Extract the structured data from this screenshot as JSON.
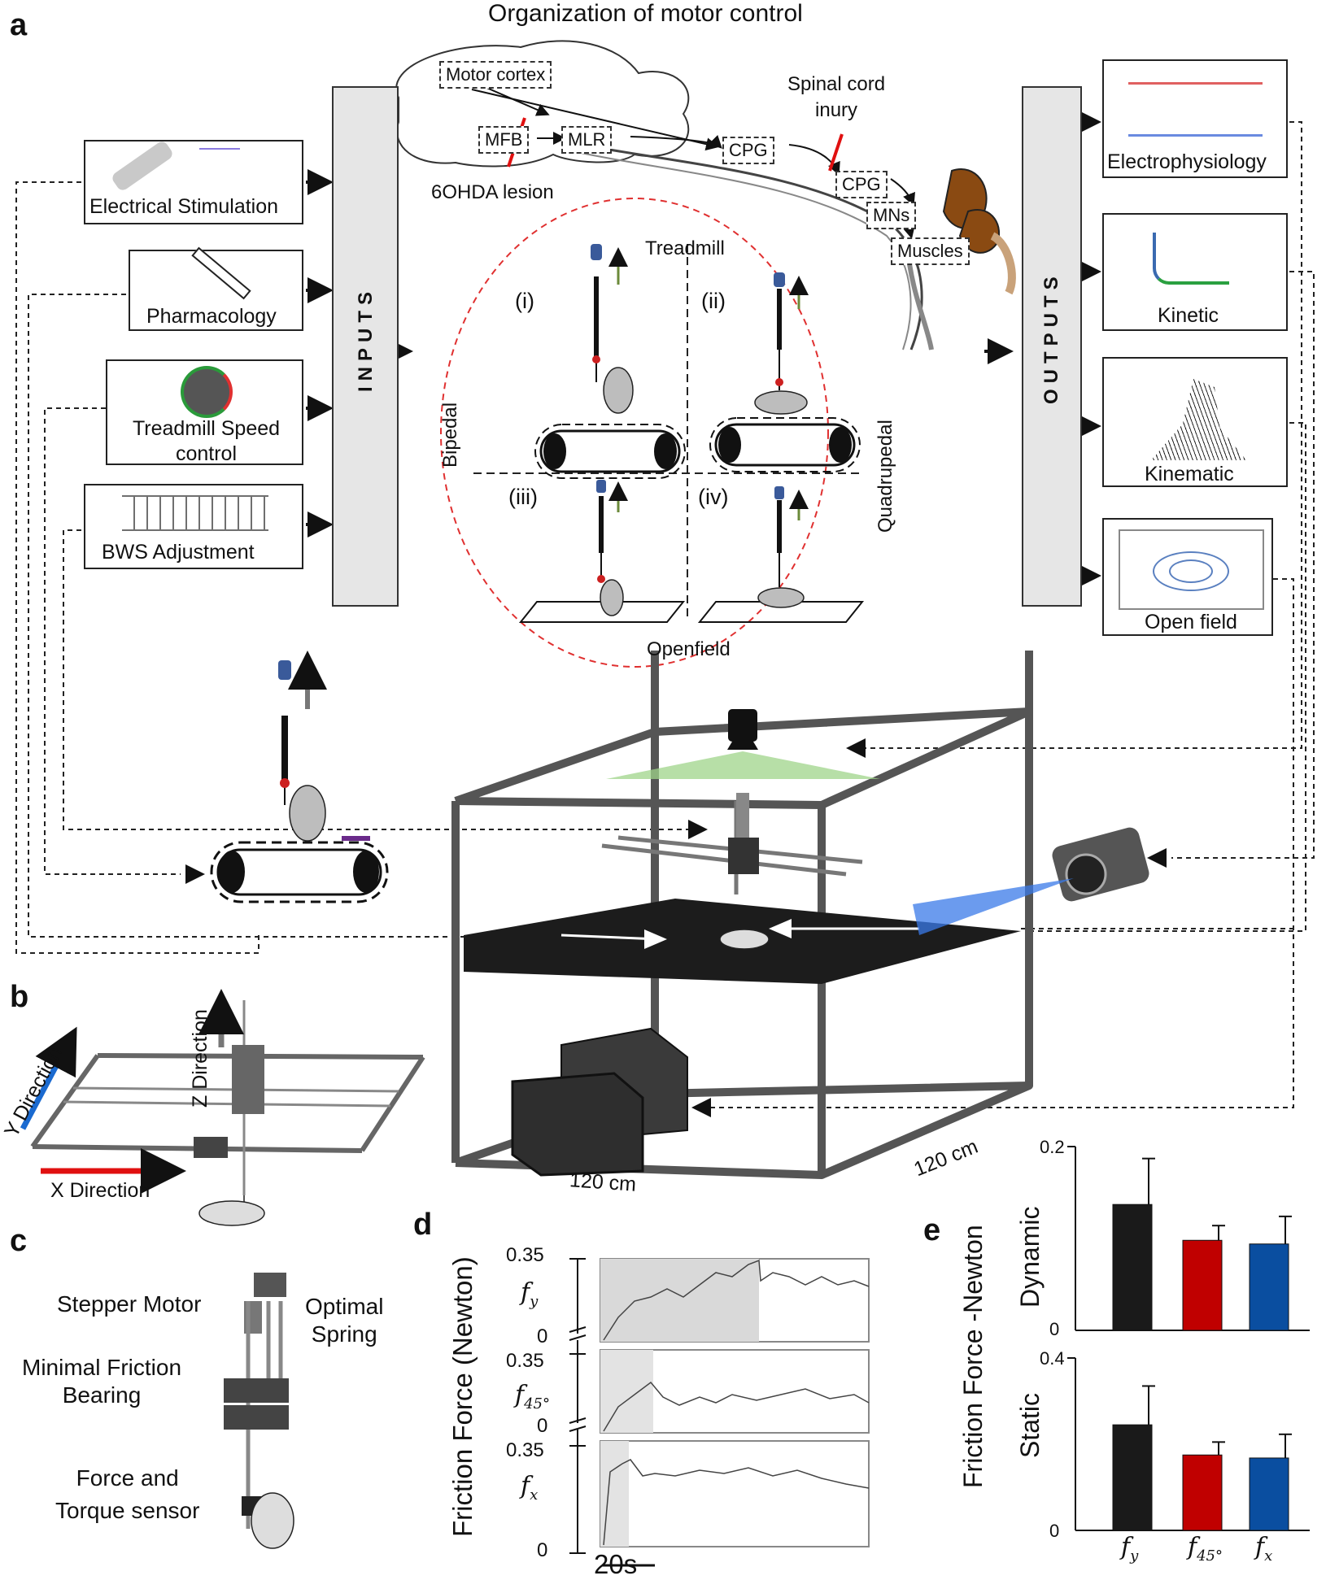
{
  "title": "Organization of motor control",
  "panel_labels": {
    "a": "a",
    "b": "b",
    "c": "c",
    "d": "d",
    "e": "e"
  },
  "inputs": {
    "bar_label": "INPUTS",
    "items": [
      "Electrical Stimulation",
      "Pharmacology",
      "Treadmill Speed\ncontrol",
      "BWS Adjustment"
    ]
  },
  "outputs": {
    "bar_label": "OUTPUTS",
    "items": [
      "Electrophysiology",
      "Kinetic",
      "Kinematic",
      "Open field"
    ]
  },
  "brain": {
    "motor_cortex": "Motor cortex",
    "mfb": "MFB",
    "mlr": "MLR",
    "cpg1": "CPG",
    "cpg2": "CPG",
    "mns": "MNs",
    "muscles": "Muscles",
    "sci": "Spinal cord\ninury",
    "lesion": "6OHDA lesion"
  },
  "modes": {
    "treadmill": "Treadmill",
    "openfield": "Openfield",
    "bipedal": "Bipedal",
    "quadrupedal": "Quadrupedal",
    "quadrants": [
      "(i)",
      "(ii)",
      "(iii)",
      "(iv)"
    ]
  },
  "setup": {
    "dim1": "120 cm",
    "dim2": "120 cm"
  },
  "panel_b": {
    "x": "X Direction",
    "y": "Y Direction",
    "z": "Z Direction"
  },
  "panel_c": {
    "stepper": "Stepper Motor",
    "spring": "Optimal\nSpring",
    "bearing": "Minimal Friction\nBearing",
    "sensor": "Force and\nTorque sensor"
  },
  "panel_d": {
    "ylabel": "Friction Force  (Newton)",
    "tick_top": "0.35",
    "tick_bottom": "0",
    "traces": [
      "f_y",
      "f_45°",
      "f_x"
    ],
    "scalebar": "20s"
  },
  "panel_e": {
    "ylabel": "Friction Force -Newton",
    "dynamic_label": "Dynamic",
    "static_label": "Static",
    "dynamic_ticks": [
      "0.2",
      "0"
    ],
    "static_ticks": [
      "0.4",
      "0"
    ],
    "categories": [
      "f_y",
      "f_45°",
      "f_x"
    ]
  },
  "chart_data": [
    {
      "type": "bar",
      "title": "",
      "ylabel": "Dynamic",
      "ylim": [
        0,
        0.2
      ],
      "categories": [
        "f_y",
        "f_45°",
        "f_x"
      ],
      "values": [
        0.137,
        0.098,
        0.094
      ],
      "errors": [
        0.05,
        0.016,
        0.03
      ],
      "colors": [
        "#1a1a1a",
        "#c00000",
        "#0a4ea0"
      ]
    },
    {
      "type": "bar",
      "title": "",
      "ylabel": "Static",
      "ylim": [
        0,
        0.4
      ],
      "categories": [
        "f_y",
        "f_45°",
        "f_x"
      ],
      "values": [
        0.245,
        0.175,
        0.168
      ],
      "errors": [
        0.09,
        0.03,
        0.055
      ],
      "colors": [
        "#1a1a1a",
        "#c00000",
        "#0a4ea0"
      ]
    }
  ]
}
